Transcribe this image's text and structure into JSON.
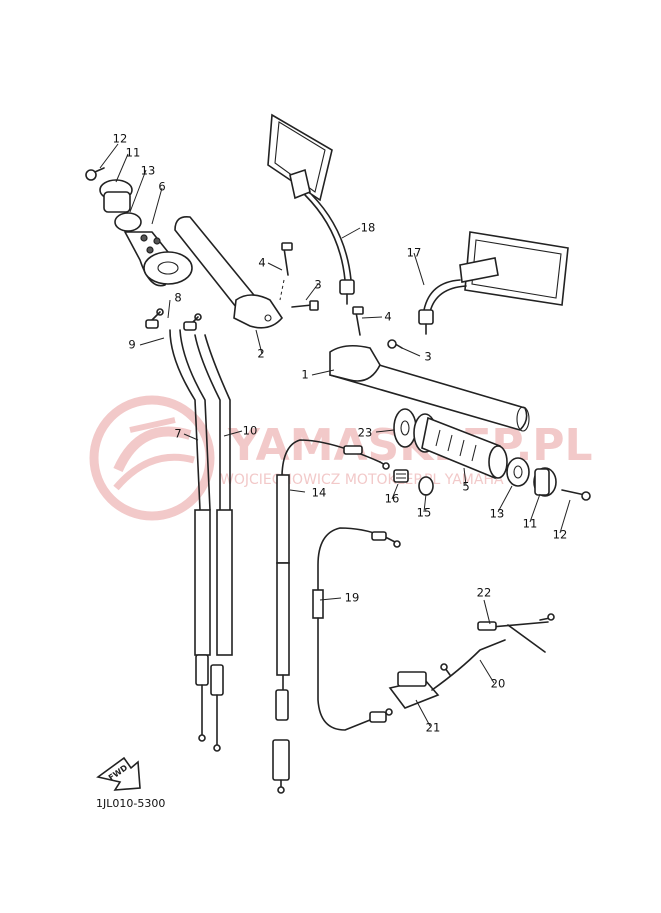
{
  "diagram_code": "1JL010-5300",
  "fwd_label": "FWD",
  "watermark": {
    "line1": "YAMASKLEP.PL",
    "line2": "WOJCIECHOWICZ MOTOKLEP.PL YAMAHA",
    "color": "#f2c9c9"
  },
  "callouts": {
    "c1": "1",
    "c2": "2",
    "c3a": "3",
    "c3b": "3",
    "c4a": "4",
    "c4b": "4",
    "c5": "5",
    "c6": "6",
    "c7": "7",
    "c8": "8",
    "c9": "9",
    "c10": "10",
    "c11a": "11",
    "c11b": "11",
    "c12a": "12",
    "c12b": "12",
    "c13a": "13",
    "c13b": "13",
    "c14": "14",
    "c15": "15",
    "c16": "16",
    "c17": "17",
    "c18": "18",
    "c19": "19",
    "c20": "20",
    "c21": "21",
    "c22": "22",
    "c23": "23"
  }
}
